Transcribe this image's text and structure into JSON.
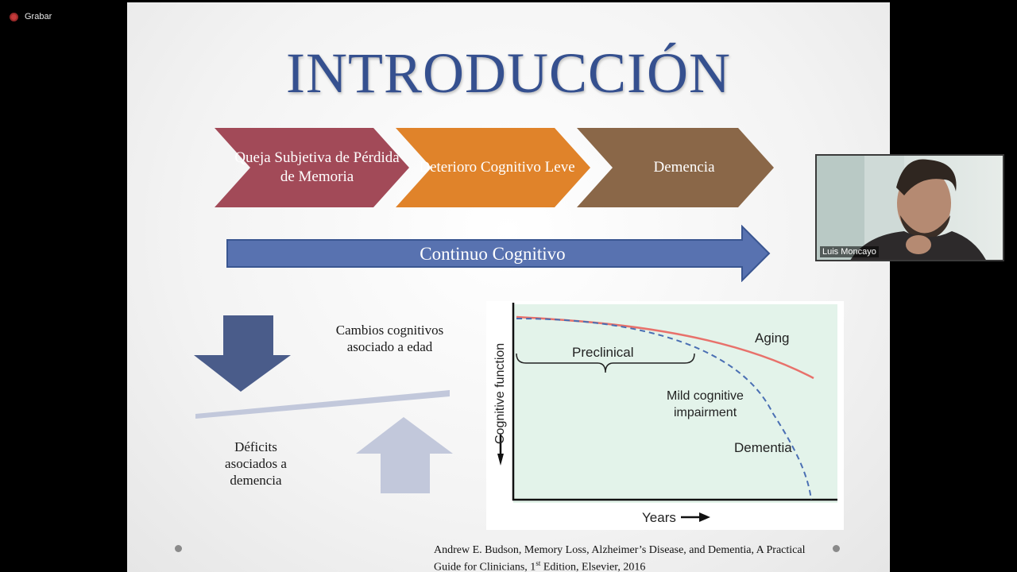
{
  "recording": {
    "label": "Grabar"
  },
  "slide": {
    "title": "INTRODUCCIÓN",
    "stages": [
      {
        "label": "Queja Subjetiva de Pérdida de Memoria",
        "color": "#a24a58"
      },
      {
        "label": "Deterioro Cognitivo Leve",
        "color": "#e0832a"
      },
      {
        "label": "Demencia",
        "color": "#8a6748"
      }
    ],
    "continuum_label": "Continuo Cognitivo",
    "balance": {
      "top_text": "Cambios cognitivos asociado a edad",
      "bottom_text": "Déficits asociados a demencia"
    },
    "chart": {
      "ylabel": "Cognitive function",
      "xlabel": "Years",
      "labels": {
        "preclinical": "Preclinical",
        "aging": "Aging",
        "mci_line1": "Mild cognitive",
        "mci_line2": "impairment",
        "dementia": "Dementia"
      },
      "colors": {
        "aging": "#e8716b",
        "dementia": "#4a6fb3",
        "background": "#e3f3ea"
      }
    },
    "citation": {
      "line1": "Andrew E. Budson, Memory Loss, Alzheimer’s Disease, and Dementia, A Practical",
      "line2_pre": "Guide for Clinicians, 1",
      "line2_sup": "st",
      "line2_post": " Edition, Elsevier, 2016"
    }
  },
  "participant": {
    "name": "Luis Moncayo"
  },
  "chart_data": {
    "type": "line",
    "title": "",
    "xlabel": "Years",
    "ylabel": "Cognitive function",
    "series": [
      {
        "name": "Aging",
        "description_visible": false
      },
      {
        "name": "Dementia",
        "description_visible": false
      }
    ],
    "annotations": [
      "Preclinical",
      "Mild cognitive impairment",
      "Dementia",
      "Aging"
    ],
    "grid": false
  }
}
